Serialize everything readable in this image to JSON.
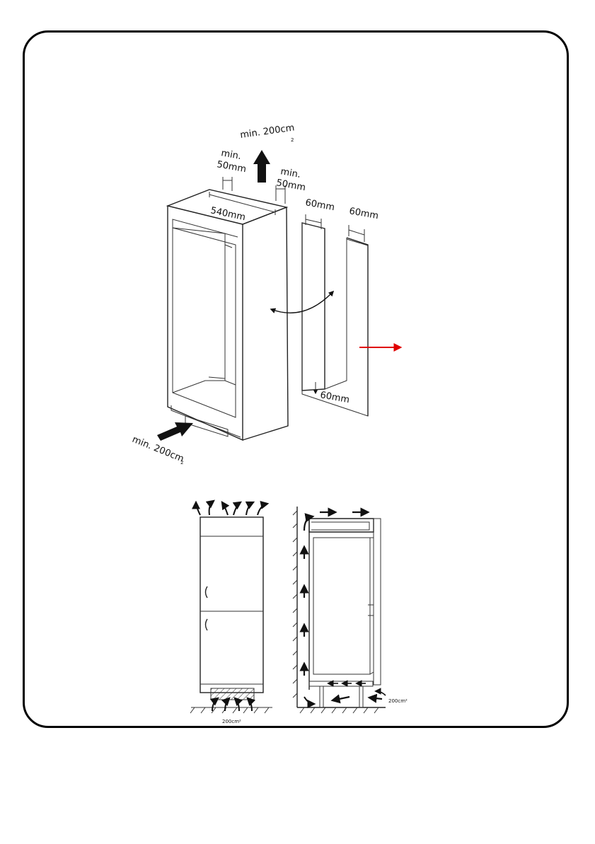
{
  "labels": {
    "vent_top": "min. 200cm",
    "vent_top_sup": "2",
    "vent_bottom": "min. 200cm",
    "vent_bottom_sup": "2",
    "gap_left_1": "min.",
    "gap_left_2": "50mm",
    "gap_right_1": "min.",
    "gap_right_2": "50mm",
    "width": "540mm",
    "door_left_top": "60mm",
    "door_right_top": "60mm",
    "door_bottom": "60mm",
    "airflow_front": "200cm²",
    "airflow_side": "200cm²"
  },
  "colors": {
    "line": "#333333",
    "arrow": "#111111",
    "accent_arrow": "#e00000"
  }
}
